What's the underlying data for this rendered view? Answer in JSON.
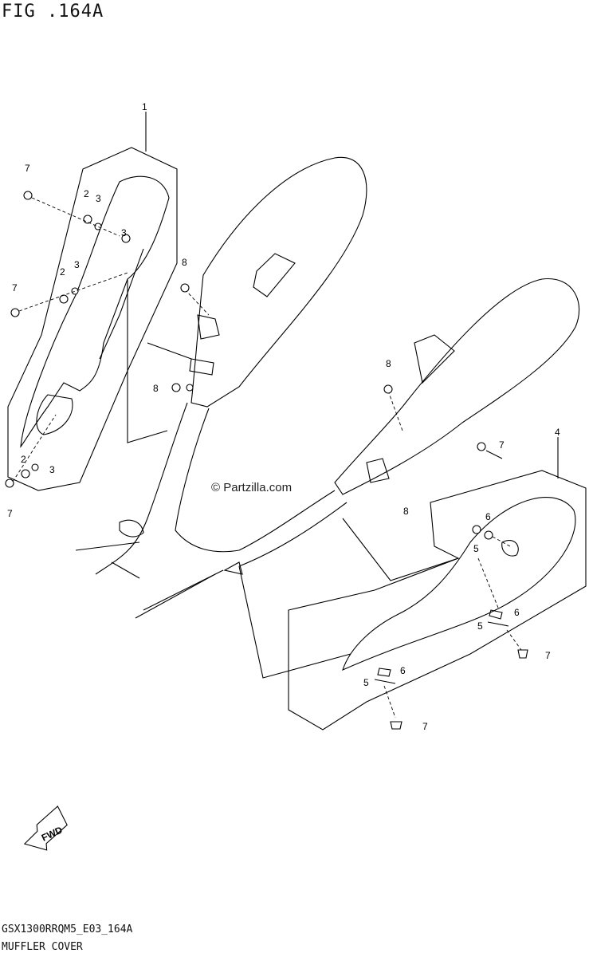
{
  "figure": {
    "title": "FIG .164A",
    "watermark": "© Partzilla.com",
    "drawing_code": "GSX1300RRQM5_E03_164A",
    "section_name": "MUFFLER COVER",
    "fwd_label": "FWD"
  },
  "callouts": {
    "c1": "1",
    "c2a": "2",
    "c3a": "3",
    "c3a2": "3",
    "c2b": "2",
    "c3b": "3",
    "c2c": "2",
    "c3c": "3",
    "c7a": "7",
    "c7b": "7",
    "c7c": "7",
    "c8a": "8",
    "c8b": "8",
    "c4": "4",
    "c8c": "8",
    "c8d": "8",
    "c7d": "7",
    "c6a": "6",
    "c5a": "5",
    "c6b": "6",
    "c5b": "5",
    "c6c": "6",
    "c5c": "5",
    "c7e": "7",
    "c7f": "7"
  }
}
